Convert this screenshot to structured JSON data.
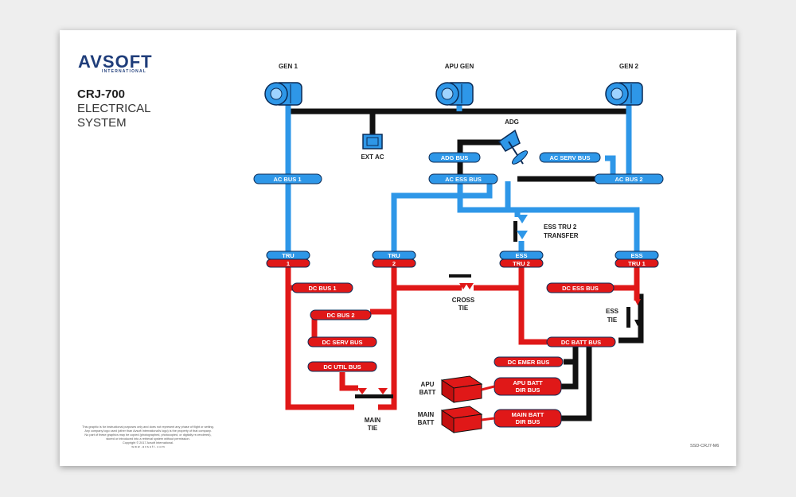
{
  "brand": {
    "name": "AVSOFT",
    "sub": "INTERNATIONAL"
  },
  "title": {
    "line1": "CRJ-700",
    "line2": "ELECTRICAL",
    "line3": "SYSTEM"
  },
  "colors": {
    "ac": "#2e97e8",
    "dc": "#e01818",
    "black": "#111111",
    "bus_border": "#0a2a55"
  },
  "sources": {
    "gen1": "GEN 1",
    "apu_gen": "APU GEN",
    "gen2": "GEN 2",
    "ext_ac": "EXT AC",
    "adg": "ADG"
  },
  "ac_buses": {
    "adg_bus": "ADG BUS",
    "ac_serv_bus": "AC SERV BUS",
    "ac_bus_1": "AC BUS 1",
    "ac_ess_bus": "AC ESS BUS",
    "ac_bus_2": "AC BUS 2"
  },
  "trus": {
    "tru1": {
      "top": "TRU",
      "bottom": "1"
    },
    "tru2": {
      "top": "TRU",
      "bottom": "2"
    },
    "ess_tru2": {
      "top": "ESS",
      "bottom": "TRU 2"
    },
    "ess_tru1": {
      "top": "ESS",
      "bottom": "TRU 1"
    }
  },
  "transfer": {
    "line1": "ESS TRU 2",
    "line2": "TRANSFER"
  },
  "dc_buses": {
    "dc_bus_1": "DC BUS 1",
    "dc_bus_2": "DC BUS 2",
    "dc_serv_bus": "DC SERV BUS",
    "dc_util_bus": "DC UTIL BUS",
    "dc_ess_bus": "DC ESS BUS",
    "dc_batt_bus": "DC BATT BUS",
    "dc_emer_bus": "DC EMER BUS",
    "apu_batt_dir_bus": {
      "line1": "APU BATT",
      "line2": "DIR BUS"
    },
    "main_batt_dir_bus": {
      "line1": "MAIN BATT",
      "line2": "DIR BUS"
    }
  },
  "ties": {
    "cross_tie": {
      "line1": "CROSS",
      "line2": "TIE"
    },
    "ess_tie": {
      "line1": "ESS",
      "line2": "TIE"
    },
    "main_tie": {
      "line1": "MAIN",
      "line2": "TIE"
    }
  },
  "batteries": {
    "apu_batt": {
      "line1": "APU",
      "line2": "BATT"
    },
    "main_batt": {
      "line1": "MAIN",
      "line2": "BATT"
    }
  },
  "disclaimer": {
    "line1": "This graphic is for instructional purposes only and does not represent any phase of flight or setting.",
    "line2": "Any company logo used (other than Avsoft International's logo) is the property of that company.",
    "line3": "No part of these graphics may be copied (photographed, photocopied, or digitally re-rendered),",
    "line4": "stored or introduced into a retrieval system without permission.",
    "line5": "Copyright © 2017 Avsoft International.",
    "line6": "w w w . a v s o f t . c o m"
  },
  "doc_id": "SSD-CRJ7-M6"
}
